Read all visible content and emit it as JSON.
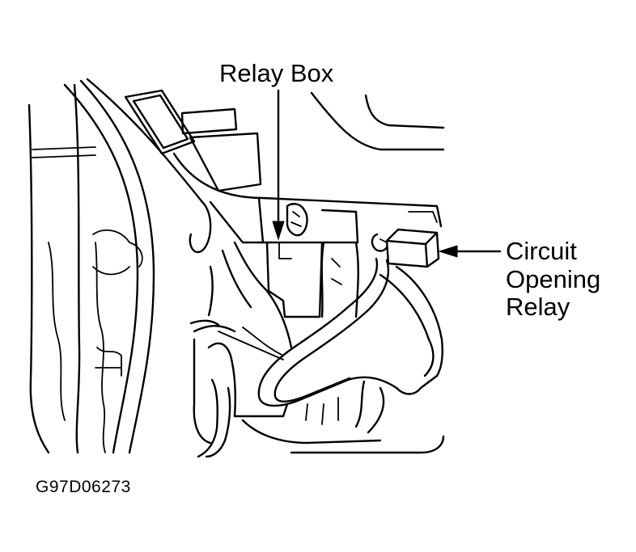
{
  "labels": {
    "relay_box": "Relay Box",
    "circuit_opening_relay": [
      "Circuit",
      "Opening",
      "Relay"
    ]
  },
  "figure_id": "G97D06273"
}
